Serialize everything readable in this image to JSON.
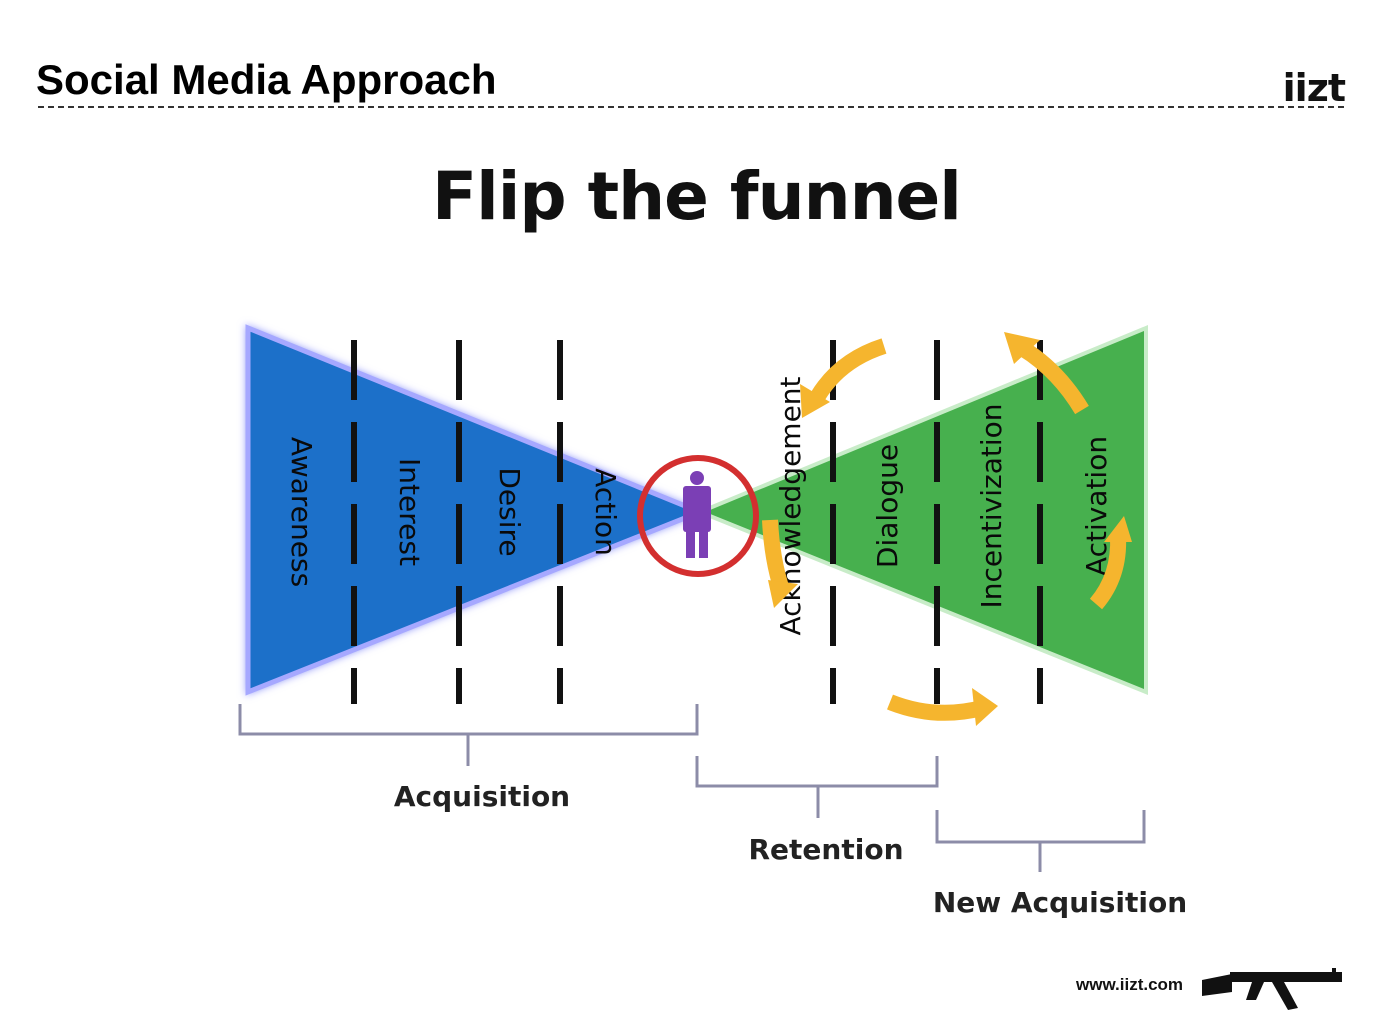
{
  "header": {
    "title": "Social Media Approach",
    "logo_text": "iizt"
  },
  "main_title": "Flip the funnel",
  "funnel": {
    "left_stages": [
      "Awareness",
      "Interest",
      "Desire",
      "Action"
    ],
    "right_stages": [
      "Acknowledgement",
      "Dialogue",
      "Incentivization",
      "Activation"
    ],
    "left_color": "#1b6fc9",
    "right_color": "#47b04e",
    "arrow_color": "#f5b52e",
    "circle_color": "#d32f2f",
    "person_color": "#7b3fb5",
    "person_icon": "person-icon"
  },
  "groups": {
    "acquisition": "Acquisition",
    "retention": "Retention",
    "new_acquisition": "New Acquisition"
  },
  "footer": {
    "url": "www.iizt.com",
    "icon": "rifle-icon"
  }
}
